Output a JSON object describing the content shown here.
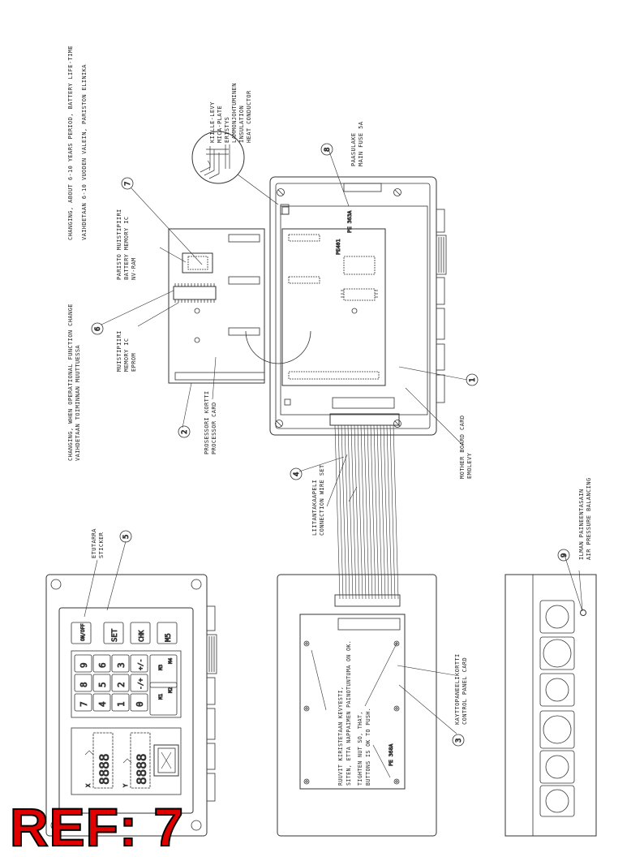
{
  "ref_label": "REF: 7",
  "callout_numbers": [
    "1",
    "2",
    "3",
    "4",
    "5",
    "6",
    "7",
    "8",
    "9"
  ],
  "notes": {
    "battery_en": "CHANGING, ABOUT 6-10 YEARS PERIOD, BATTERY LIFE-TIME",
    "battery_fi": "VAIHDETAAN 6-10 VUODEN VALEIN, PARISTON ELINIKA",
    "function_en": "CHANGING, WHEN OPERATIONAL FUNCTION CHANGE",
    "function_fi": "VAIHDETAAN TOIMINNAN MUUTTUESSA"
  },
  "labels": {
    "mica": [
      "KIILLE-LEVY",
      "MICA-PLATE",
      "ERISTYS",
      "LAMMONJOHTUMINEN",
      "INSULATION",
      "HEAT CONDUCTOR"
    ],
    "fuse": [
      "PAASULAKE",
      "MAIN FUSE 5A"
    ],
    "battery_memory": [
      "PARISTO MUISTIPIIRI",
      "BATTERY MEMORY IC",
      "NV-RAM"
    ],
    "memory_ic": [
      "MUISTIPIIRI",
      "MEMORY IC",
      "EPROM"
    ],
    "processor_card": [
      "PROSESSORI KORTTI",
      "PROCESSOR CARD"
    ],
    "mother_board": [
      "MOTHER BOARD CARD",
      "EMOLEVY"
    ],
    "connection_wire": [
      "LIITANTAKAAPELI",
      "CONNECTION WIRE SET"
    ],
    "control_panel_card": [
      "KAYTTOPANEELIKORTTI",
      "CONTROL PANEL CARD"
    ],
    "sticker": [
      "ETUTARRA",
      "STICKER"
    ],
    "air_pressure": [
      "ILMAN PAINEENTASAIN",
      "AIR PRESSURE BALANCING"
    ],
    "push_note": [
      "RUUVIT KIRISTETAAN KEVYESTI,",
      "SITEN, ETTA NAPPAIMEN PAINOTUNTUMA ON OK.",
      "TIGHTEN NUT SO, THAT,",
      "BUTTONS IS OK TO PUSH."
    ],
    "board_codes": {
      "pe363a": "PE 363A",
      "pe401": "PE401",
      "pe368a": "PE 368A"
    }
  },
  "keypad": {
    "top_keys": [
      "ON/OFF",
      "SET",
      "CHK",
      "M5"
    ],
    "digit_rows": [
      [
        "9",
        "6",
        "3",
        "+/-"
      ],
      [
        "8",
        "5",
        "2",
        "-/+"
      ],
      [
        "7",
        "4",
        "1",
        "0"
      ]
    ],
    "memory_keys": [
      "M3",
      "M4",
      "M1",
      "M2"
    ],
    "display_x": "8888",
    "display_y": "8888",
    "axis_x": "X",
    "axis_y": "Y"
  }
}
